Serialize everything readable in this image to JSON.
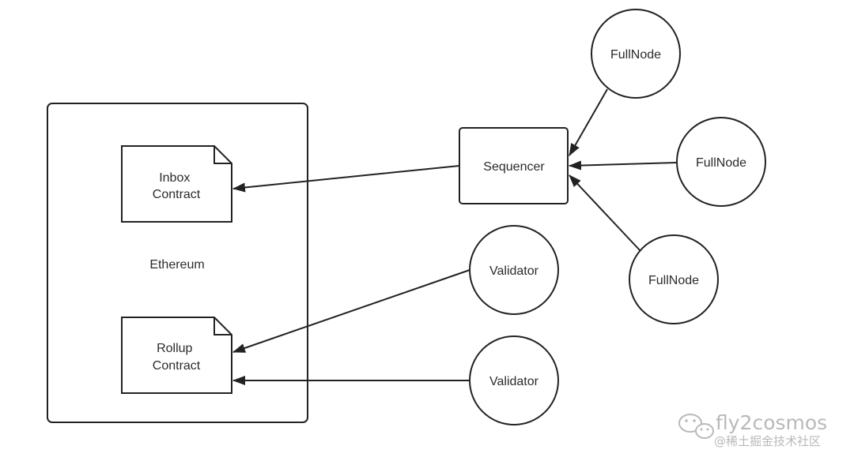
{
  "colors": {
    "stroke": "#222222",
    "text": "#2b2b2b",
    "watermark": "#b9b9b9"
  },
  "diagram": {
    "ethereum_label": "Ethereum",
    "inbox_contract": {
      "line1": "Inbox",
      "line2": "Contract"
    },
    "rollup_contract": {
      "line1": "Rollup",
      "line2": "Contract"
    },
    "sequencer_label": "Sequencer",
    "fullnodes": [
      {
        "label": "FullNode"
      },
      {
        "label": "FullNode"
      },
      {
        "label": "FullNode"
      }
    ],
    "validators": [
      {
        "label": "Validator"
      },
      {
        "label": "Validator"
      }
    ]
  },
  "watermark": {
    "handle": "fly2cosmos",
    "source": "@稀土掘金技术社区",
    "icon": "wechat-icon"
  }
}
